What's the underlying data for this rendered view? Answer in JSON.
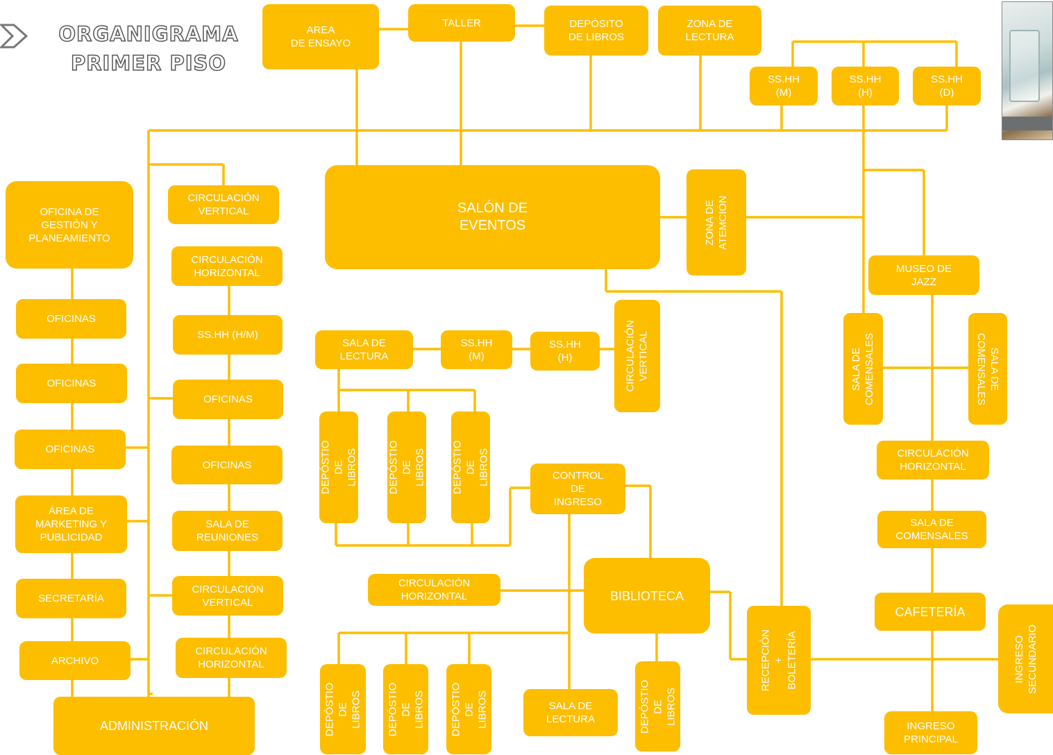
{
  "title": {
    "line1": "ORGANIGRAMA",
    "line2": "PRIMER PISO"
  },
  "photo": {
    "alt": "fotografía de referencia"
  },
  "colors": {
    "box": "#fdbe00",
    "line": "#fdbe00",
    "text": "#ffffff",
    "title_outline": "#555555"
  },
  "boxes": {
    "area_ensayo": "AREA\nDE ENSAYO",
    "taller": "TALLER",
    "deposito_libros_top": "DEPÓSITO\nDE LIBROS",
    "zona_lectura": "ZONA DE\nLECTURA",
    "sshh_m_top": "SS.HH\n(M)",
    "sshh_h_top": "SS.HH\n(H)",
    "sshh_d_top": "SS.HH\n(D)",
    "salon_eventos": "SALÓN DE\nEVENTOS",
    "zona_atencion": "ZONA DE\nATEMCIÓN",
    "oficina_gestion": "OFICINA DE\nGESTIÓN Y\nPLANEAMIENTO",
    "circ_vertical_1": "CIRCULACIÓN\nVERTICAL",
    "circ_horizontal_1": "CIRCULACIÓN\nHORIZONTAL",
    "sshh_hm": "SS.HH (H/M)",
    "oficinas_r1": "OFICINAS",
    "oficinas_r2": "OFICINAS",
    "sala_reuniones": "SALA DE\nREUNIONES",
    "circ_vertical_2": "CIRCULACIÓN\nVERTICAL",
    "circ_horizontal_2": "CIRCULACIÓN\nHORIZONTAL",
    "oficinas_l1": "OFICINAS",
    "oficinas_l2": "OFICINAS",
    "oficinas_l3": "OFICINAS",
    "marketing": "ÁREA DE\nMARKETING Y\nPUBLICIDAD",
    "secretaria": "SECRETARÍA",
    "archivo": "ARCHIVO",
    "administracion": "ADMINISTRACIÓN",
    "sala_lectura_1": "SALA DE\nLECTURA",
    "sshh_m_mid": "SS.HH\n(M)",
    "sshh_h_mid": "SS.HH\n(H)",
    "circ_vertical_3": "CIRCULACIÓN\nVERTICAL",
    "dep_a1": "DEPÓSTIO DE\nLIBROS",
    "dep_a2": "DEPÓSTIO DE\nLIBROS",
    "dep_a3": "DEPÓSTIO DE\nLIBROS",
    "control_ingreso": "CONTROL\nDE\nINGRESO",
    "circ_horizontal_3": "CIRCULACIÓN\nHORIZONTAL",
    "biblioteca": "BIBLIOTECA",
    "dep_b1": "DEPÓSTIO\nDE\nLIBROS",
    "dep_b2": "DEPÓSTIO\nDE\nLIBROS",
    "dep_b3": "DEPÓSTIO\nDE\nLIBROS",
    "sala_lectura_2": "SALA DE\nLECTURA",
    "dep_b4": "DEPÓSTIO\nDE\nLIBROS",
    "recepcion": "RECEPCIÓN\n+ BOLETERÍA",
    "museo_jazz": "MUSEO DE\nJAZZ",
    "sala_comensales_v1": "SALA DE\nCOMENSALES",
    "sala_comensales_v2": "SALA DE\nCOMENSALES",
    "circ_horizontal_4": "CIRCULACIÓN\nHORIZONTAL",
    "sala_comensales_3": "SALA DE\nCOMENSALES",
    "cafeteria": "CAFETERÍA",
    "ingreso_secundario": "INGRESO\nSECUNDARIO",
    "ingreso_principal": "INGRESO\nPRINCIPAL"
  }
}
